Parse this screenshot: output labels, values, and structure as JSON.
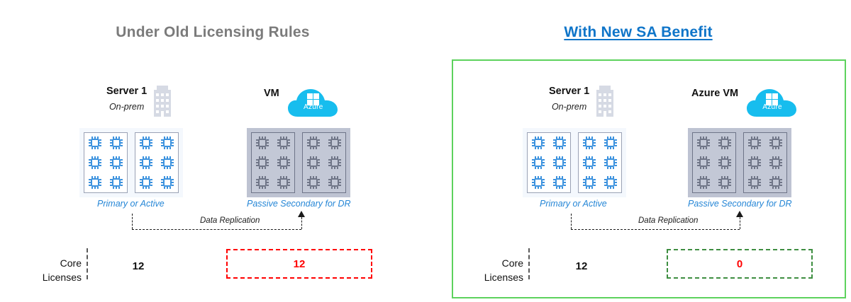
{
  "panels": [
    {
      "id": "old-rules",
      "title": "Under Old Licensing Rules",
      "framed": false,
      "nodes": {
        "primary": {
          "name": "Server 1",
          "sub": "On-prem",
          "icon": "building-icon",
          "caption": "Primary or Active",
          "core_groups": 2,
          "cores_per_group": 6,
          "state": "active"
        },
        "secondary": {
          "name": "VM",
          "sub": "",
          "icon": "azure-cloud-icon",
          "icon_label": "Azure",
          "caption": "Passive Secondary for DR",
          "core_groups": 2,
          "cores_per_group": 6,
          "state": "passive"
        }
      },
      "replication_label": "Data Replication",
      "licenses": {
        "row_label_line1": "Core",
        "row_label_line2": "Licenses",
        "primary_value": "12",
        "secondary_value": "12",
        "secondary_box_color": "#FF0000",
        "secondary_text_color": "#FF0000"
      }
    },
    {
      "id": "new-sa-benefit",
      "title": "With New SA Benefit",
      "framed": true,
      "frame_color": "#5DD25D",
      "nodes": {
        "primary": {
          "name": "Server 1",
          "sub": "On-prem",
          "icon": "building-icon",
          "caption": "Primary or Active",
          "core_groups": 2,
          "cores_per_group": 6,
          "state": "active"
        },
        "secondary": {
          "name": "Azure VM",
          "sub": "",
          "icon": "azure-cloud-icon",
          "icon_label": "Azure",
          "caption": "Passive Secondary for DR",
          "core_groups": 2,
          "cores_per_group": 6,
          "state": "passive"
        }
      },
      "replication_label": "Data Replication",
      "licenses": {
        "row_label_line1": "Core",
        "row_label_line2": "Licenses",
        "primary_value": "12",
        "secondary_value": "0",
        "secondary_box_color": "#3E8E41",
        "secondary_text_color": "#FF0000"
      }
    }
  ],
  "colors": {
    "title_old": "#7B7B7B",
    "title_new": "#0F75C9",
    "caption_blue": "#2586D6",
    "chip_blue": "#3C92DE",
    "chip_gray": "#6F7587",
    "azure_cyan": "#17BDEE",
    "building_gray": "#D6DAE4",
    "frame_green": "#5DD25D"
  }
}
